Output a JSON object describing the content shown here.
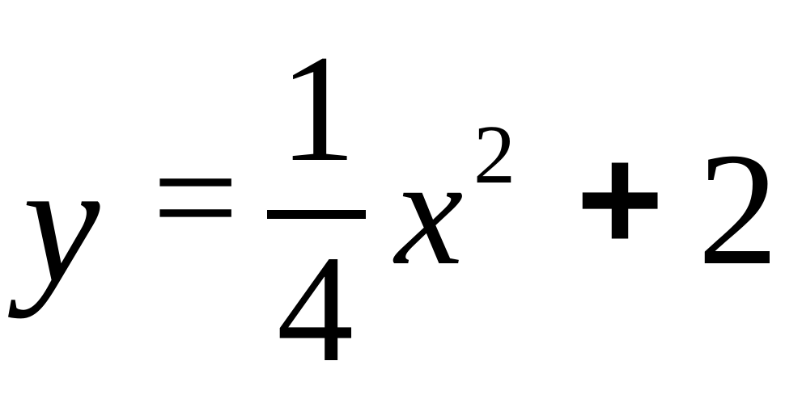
{
  "equation": {
    "lhs": "y",
    "equals": "=",
    "fraction": {
      "numerator": "1",
      "denominator": "4"
    },
    "variable": "x",
    "exponent": "2",
    "operator": "+",
    "constant": "2"
  }
}
